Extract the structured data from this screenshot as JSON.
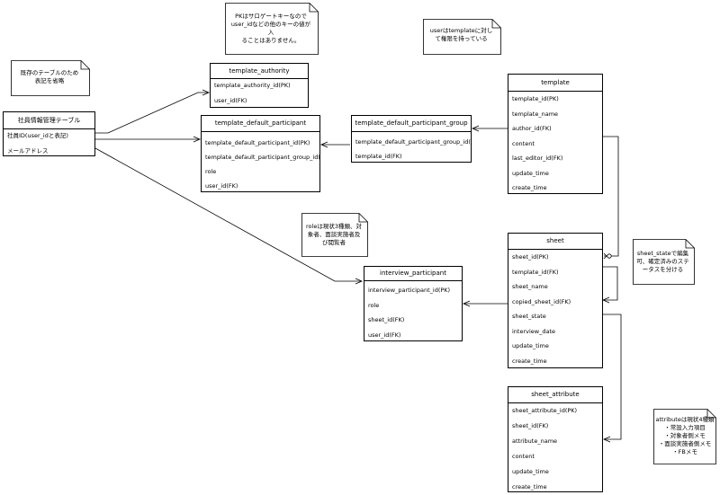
{
  "entities": {
    "employee": {
      "title": "社員情報管理テーブル",
      "rows": [
        "社員ID(user_idと表記)",
        "メールアドレス"
      ]
    },
    "template_authority": {
      "title": "template_authority",
      "rows": [
        "template_authority_id(PK)",
        "user_id(FK)"
      ]
    },
    "template_default_participant": {
      "title": "template_default_participant",
      "rows": [
        "template_default_participant_id(PK)",
        "template_default_participant_group_id(FK)",
        "role",
        "user_id(FK)"
      ]
    },
    "template_default_participant_group": {
      "title": "template_default_participant_group",
      "rows": [
        "template_default_participant_group_id(PK)",
        "template_id(FK)"
      ]
    },
    "template": {
      "title": "template",
      "rows": [
        "template_id(PK)",
        "template_name",
        "author_id(FK)",
        "content",
        "last_editor_id(FK)",
        "update_time",
        "create_time"
      ]
    },
    "sheet": {
      "title": "sheet",
      "rows": [
        "sheet_id(PK)",
        "template_id(FK)",
        "sheet_name",
        "copied_sheet_id(FK)",
        "sheet_state",
        "interview_date",
        "update_time",
        "create_time"
      ]
    },
    "interview_participant": {
      "title": "interview_participant",
      "rows": [
        "interview_participant_id(PK)",
        "role",
        "sheet_id(FK)",
        "user_id(FK)"
      ]
    },
    "sheet_attribute": {
      "title": "sheet_attribute",
      "rows": [
        "sheet_attribute_id(PK)",
        "sheet_id(FK)",
        "attribute_name",
        "content",
        "update_time",
        "create_time"
      ]
    }
  },
  "notes": {
    "existing_table": "既存のテーブルのため\n表記を省略",
    "pk_surrogate": "PKはサロゲートキーなので\nuser_idなどの他のキーの値が入\nることはありません。",
    "user_permission": "userはtemplateに対し\nて権限を持っている",
    "role_types": "roleは現状3種類、対\n象者、面談実施者及\nび閲覧者",
    "sheet_state": "sheet_stateで編集\n可、確定済みのステ\nータスを分ける",
    "attribute_types": "attributeは現状4種類\n・常設入力項目\n・対象者側メモ\n・面談実施者側メモ\n・FBメモ"
  },
  "colors": {
    "line": "#000000",
    "background": "#ffffff",
    "fold": "#ffffff"
  }
}
